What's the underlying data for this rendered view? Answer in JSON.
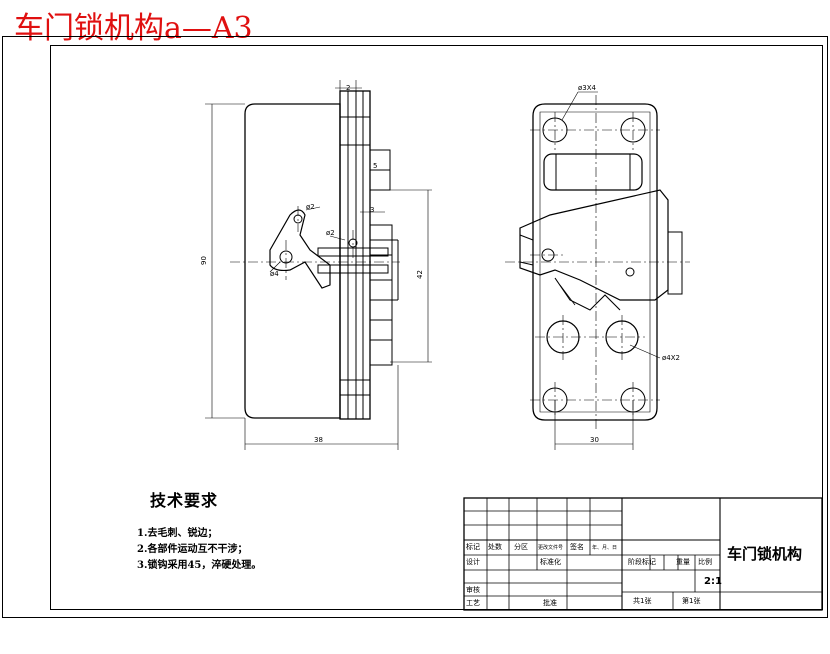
{
  "sheet_title": "车门锁机构a—A3",
  "dimensions": {
    "d1": "2",
    "d2": "5",
    "d3": "3",
    "d4": "ø2",
    "d5": "ø2",
    "d6": "ø4",
    "d7": "90",
    "d8": "42",
    "d9": "38",
    "d10": "ø3X4",
    "d11": "ø4X2",
    "d12": "30"
  },
  "tech_requirements": {
    "heading": "技术要求",
    "items": [
      "1.去毛刺、锐边；",
      "2.各部件运动互不干涉；",
      "3.锁钩采用45，淬硬处理。"
    ]
  },
  "title_block": {
    "row_mark": [
      "标记",
      "处数",
      "分区",
      "更改文件号",
      "签名",
      "年、月、日"
    ],
    "design": "设计",
    "standardize": "标准化",
    "stage_mark": "阶段标记",
    "weight": "重量",
    "ratio": "比例",
    "review": "审核",
    "process": "工艺",
    "approve": "批准",
    "total_sheets": "共1张",
    "sheet_no": "第1张",
    "part_name": "车门锁机构",
    "scale_value": "2:1"
  }
}
